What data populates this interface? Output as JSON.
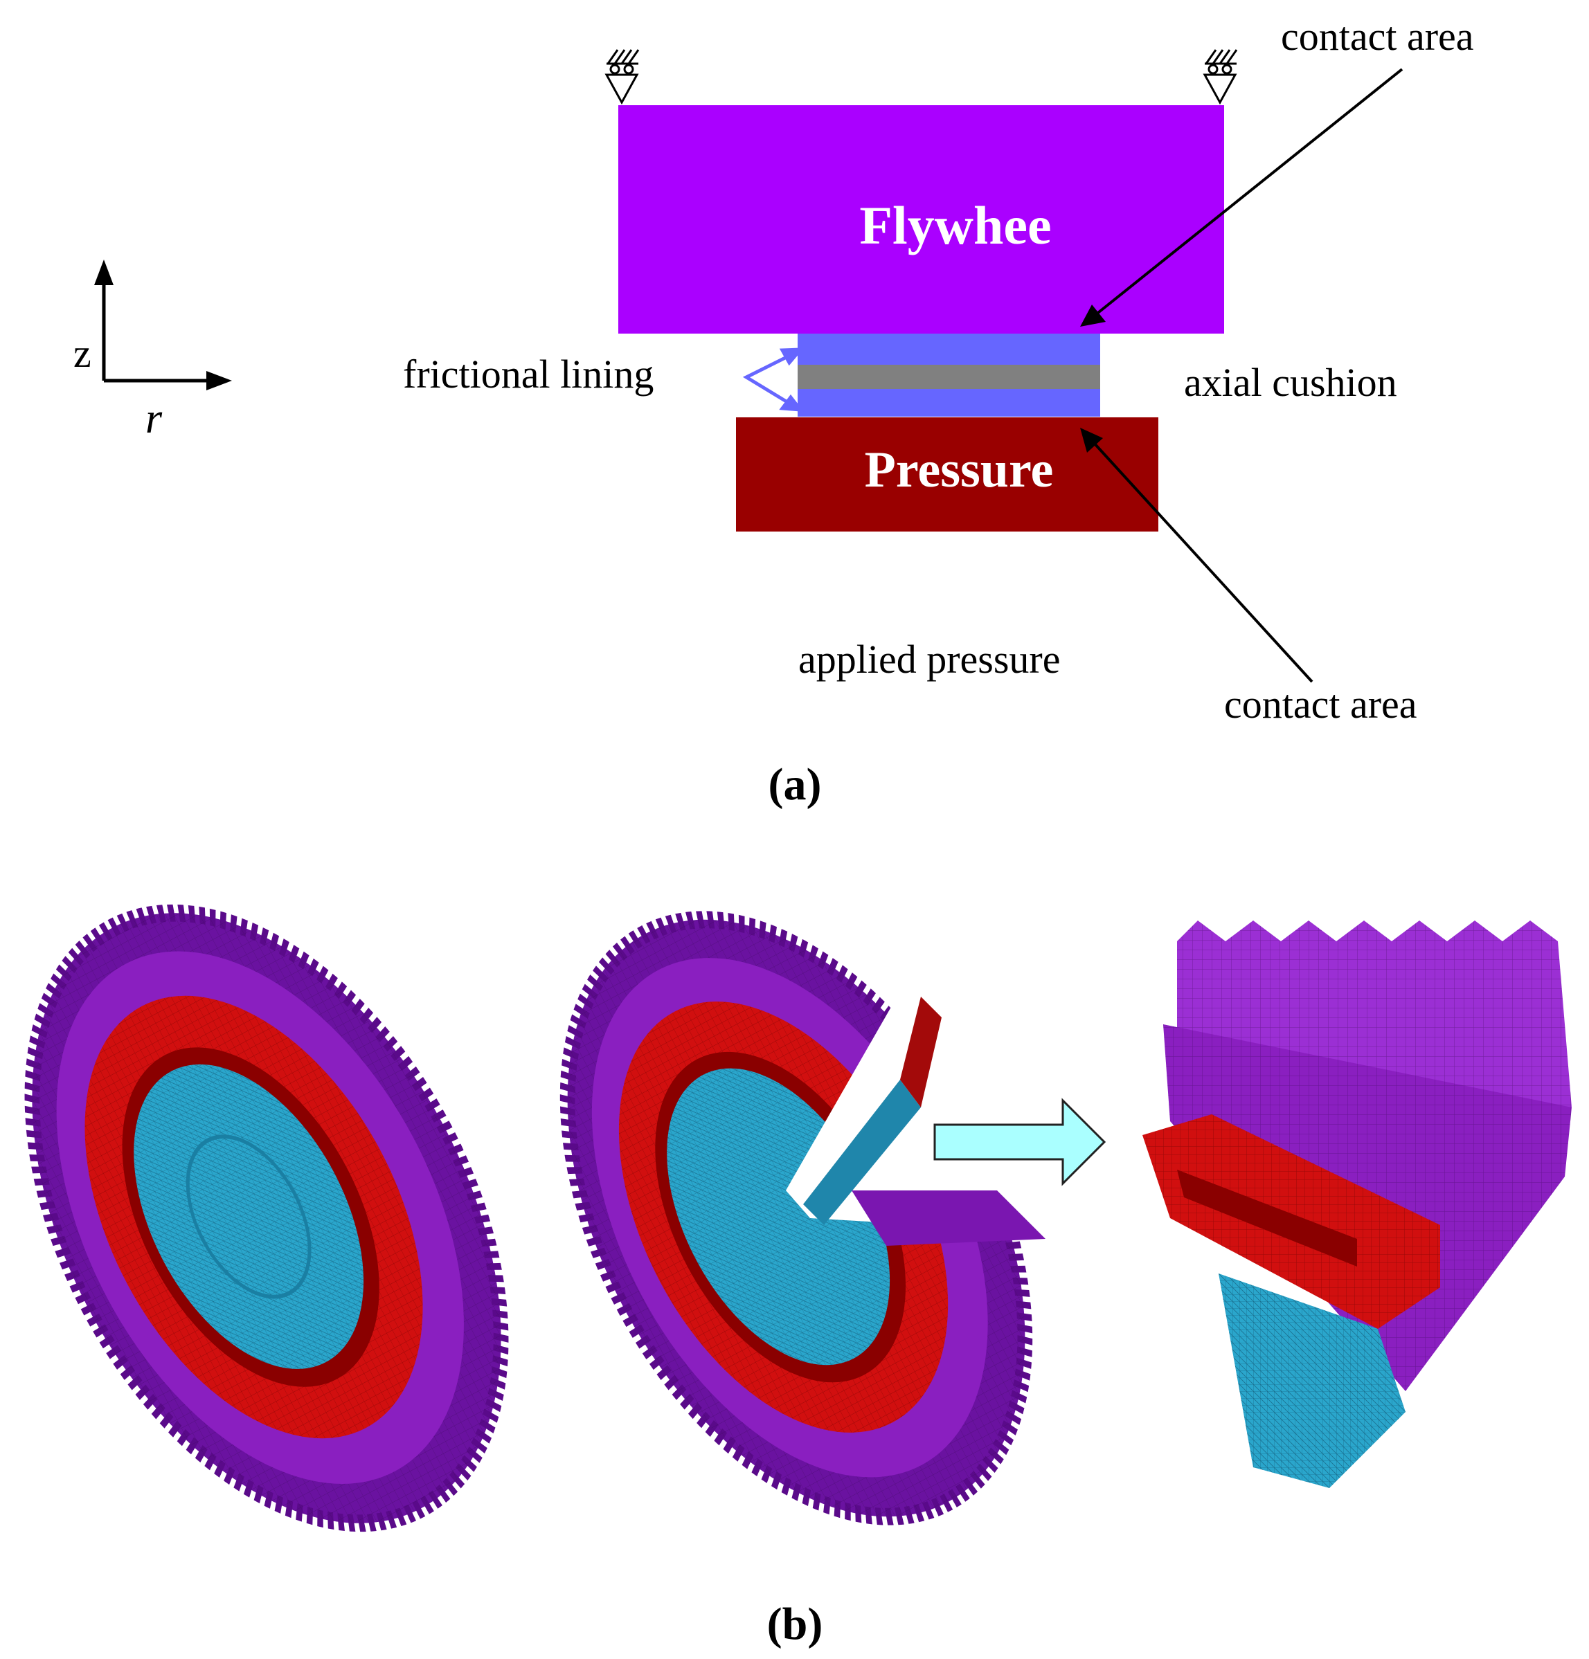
{
  "panel_a": {
    "label": "(a)",
    "axes": {
      "vertical": "z",
      "horizontal": "r"
    },
    "blocks": {
      "flywheel": {
        "label": "Flywhee",
        "color": "#aa00ff"
      },
      "pressure": {
        "label": "Pressure",
        "color": "#990000"
      },
      "lining_color": "#6666ff",
      "cushion_color": "#808080"
    },
    "annotations": {
      "contact_area_top": "contact area",
      "frictional_lining": "frictional lining",
      "axial_cushion": "axial cushion",
      "applied_pressure": "applied pressure",
      "contact_area_bottom": "contact area"
    }
  },
  "panel_b": {
    "label": "(b)",
    "colors": {
      "flywheel": "#8a1fc0",
      "pressure_plate": "#d10f0f",
      "disc": "#2aa6cc",
      "arrow_fill": "#aaffff"
    }
  }
}
